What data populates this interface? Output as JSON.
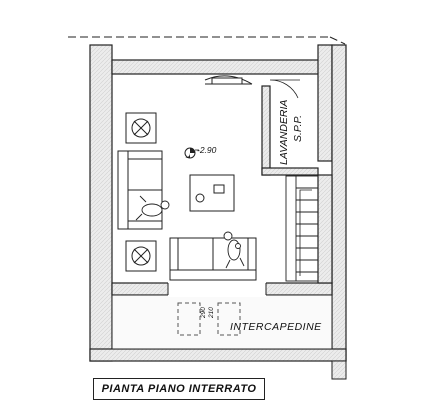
{
  "plan": {
    "room_label_main": "LAVANDERIA",
    "room_label_sub": "S.P.P.",
    "level_marker": "-2.90",
    "intercapedine_label": "INTERCAPEDINE",
    "door_dim_top": "290",
    "door_dim_bottom": "210",
    "caption": "PIANTA PIANO INTERRATO"
  },
  "colors": {
    "wall_fill": "#eeeeee",
    "line": "#222222",
    "background": "#ffffff"
  }
}
